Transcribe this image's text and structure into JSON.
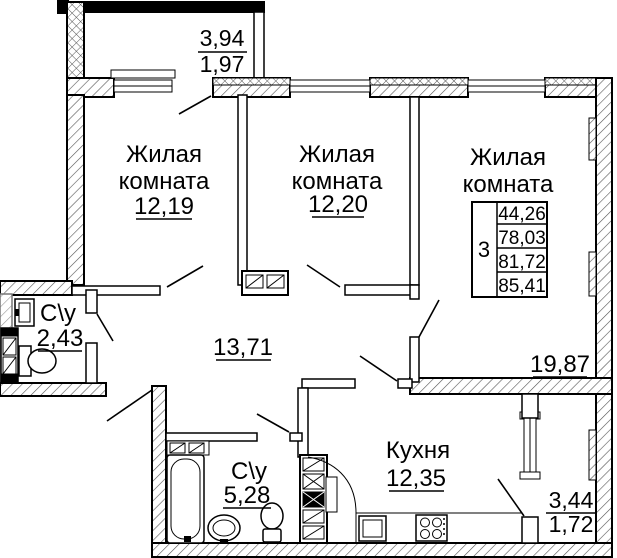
{
  "rooms": {
    "living1": {
      "line1": "Жилая",
      "line2": "комната",
      "area": "12,19"
    },
    "living2": {
      "line1": "Жилая",
      "line2": "комната",
      "area": "12,20"
    },
    "living3": {
      "line1": "Жилая",
      "line2": "комната",
      "area": "19,87"
    },
    "kitchen": {
      "name": "Кухня",
      "area": "12,35"
    },
    "bathroom_small": {
      "name": "С\\у",
      "area": "2,43"
    },
    "bathroom_large": {
      "name": "С\\у",
      "area": "5,28"
    },
    "hallway": {
      "area": "13,71"
    }
  },
  "balconies": {
    "top": {
      "area_total": "3,94",
      "area_counted": "1,97"
    },
    "bottom": {
      "area_total": "3,44",
      "area_counted": "1,72"
    }
  },
  "summary": {
    "rooms_count": "3",
    "areas": [
      "44,26",
      "78,03",
      "81,72",
      "85,41"
    ]
  },
  "colors": {
    "line": "#000000",
    "background": "#ffffff"
  }
}
